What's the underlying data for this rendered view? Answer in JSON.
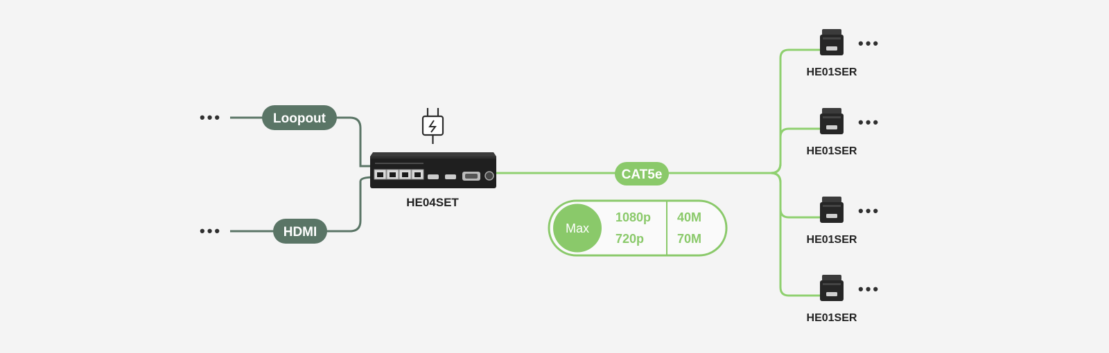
{
  "inputs": {
    "loopout_label": "Loopout",
    "hdmi_label": "HDMI",
    "more_left": "•••"
  },
  "transmitter": {
    "name": "HE04SET",
    "power_icon": "power-plug-icon"
  },
  "link": {
    "label": "CAT5e",
    "max_label": "Max",
    "resolutions": [
      "1080p",
      "720p"
    ],
    "distances": [
      "40M",
      "70M"
    ]
  },
  "receivers": [
    {
      "name": "HE01SER"
    },
    {
      "name": "HE01SER"
    },
    {
      "name": "HE01SER"
    },
    {
      "name": "HE01SER"
    }
  ],
  "more_right": "•••",
  "colors": {
    "background": "#f4f4f4",
    "input_line": "#5a7566",
    "input_pill": "#5a7566",
    "cat_line": "#8fd06f",
    "cat_pill": "#8ac96a"
  }
}
